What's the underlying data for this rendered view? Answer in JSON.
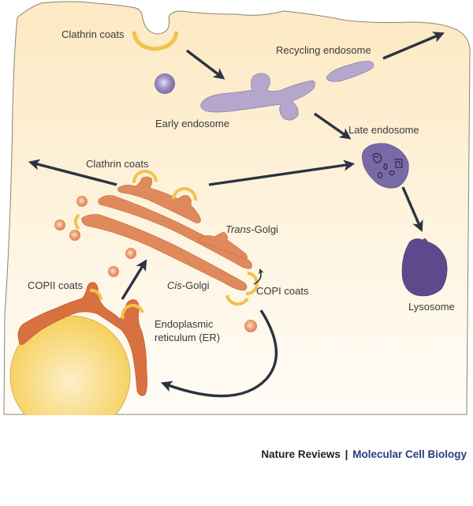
{
  "figure": {
    "title": "Membrane trafficking pathways in the cell",
    "colors": {
      "cytoplasm": "#fdf1d6",
      "cell_outline": "#8a8478",
      "arrow": "#2c3340",
      "clathrin_coat": "#f2c24a",
      "golgi": "#e08a5c",
      "er": "#d9703f",
      "vesicle": "#e8936a",
      "early_endosome": "#b5a6cc",
      "early_vesicle": "#8e80b8",
      "late_endosome": "#786aa6",
      "lysosome": "#5c4a8c",
      "nucleus": "#f8d46a"
    },
    "labels": {
      "clathrin_coats_top": "Clathrin coats",
      "recycling_endosome": "Recycling endosome",
      "early_endosome": "Early endosome",
      "late_endosome": "Late endosome",
      "clathrin_coats_golgi": "Clathrin coats",
      "trans_golgi_prefix": "Trans",
      "trans_golgi_suffix": "-Golgi",
      "cis_golgi_prefix": "Cis",
      "cis_golgi_suffix": "-Golgi",
      "copii_coats": "COPII coats",
      "copi_coats": "COPI coats",
      "er_line1": "Endoplasmic",
      "er_line2": "reticulum (ER)",
      "lysosome": "Lysosome"
    },
    "pathways": [
      {
        "from": "Clathrin coats (plasma membrane)",
        "to": "Early endosome"
      },
      {
        "from": "Early endosome",
        "to": "Recycling endosome"
      },
      {
        "from": "Recycling endosome",
        "to": "Plasma membrane"
      },
      {
        "from": "Early endosome",
        "to": "Late endosome"
      },
      {
        "from": "Trans-Golgi",
        "to": "Late endosome"
      },
      {
        "from": "Trans-Golgi",
        "to": "Plasma membrane"
      },
      {
        "from": "Late endosome",
        "to": "Lysosome"
      },
      {
        "from": "Endoplasmic reticulum (ER)",
        "to": "Cis-Golgi"
      },
      {
        "from": "Cis-Golgi",
        "to": "Endoplasmic reticulum (ER)"
      }
    ]
  },
  "credit": {
    "publisher": "Nature Reviews",
    "separator": "|",
    "journal": "Molecular Cell Biology"
  }
}
